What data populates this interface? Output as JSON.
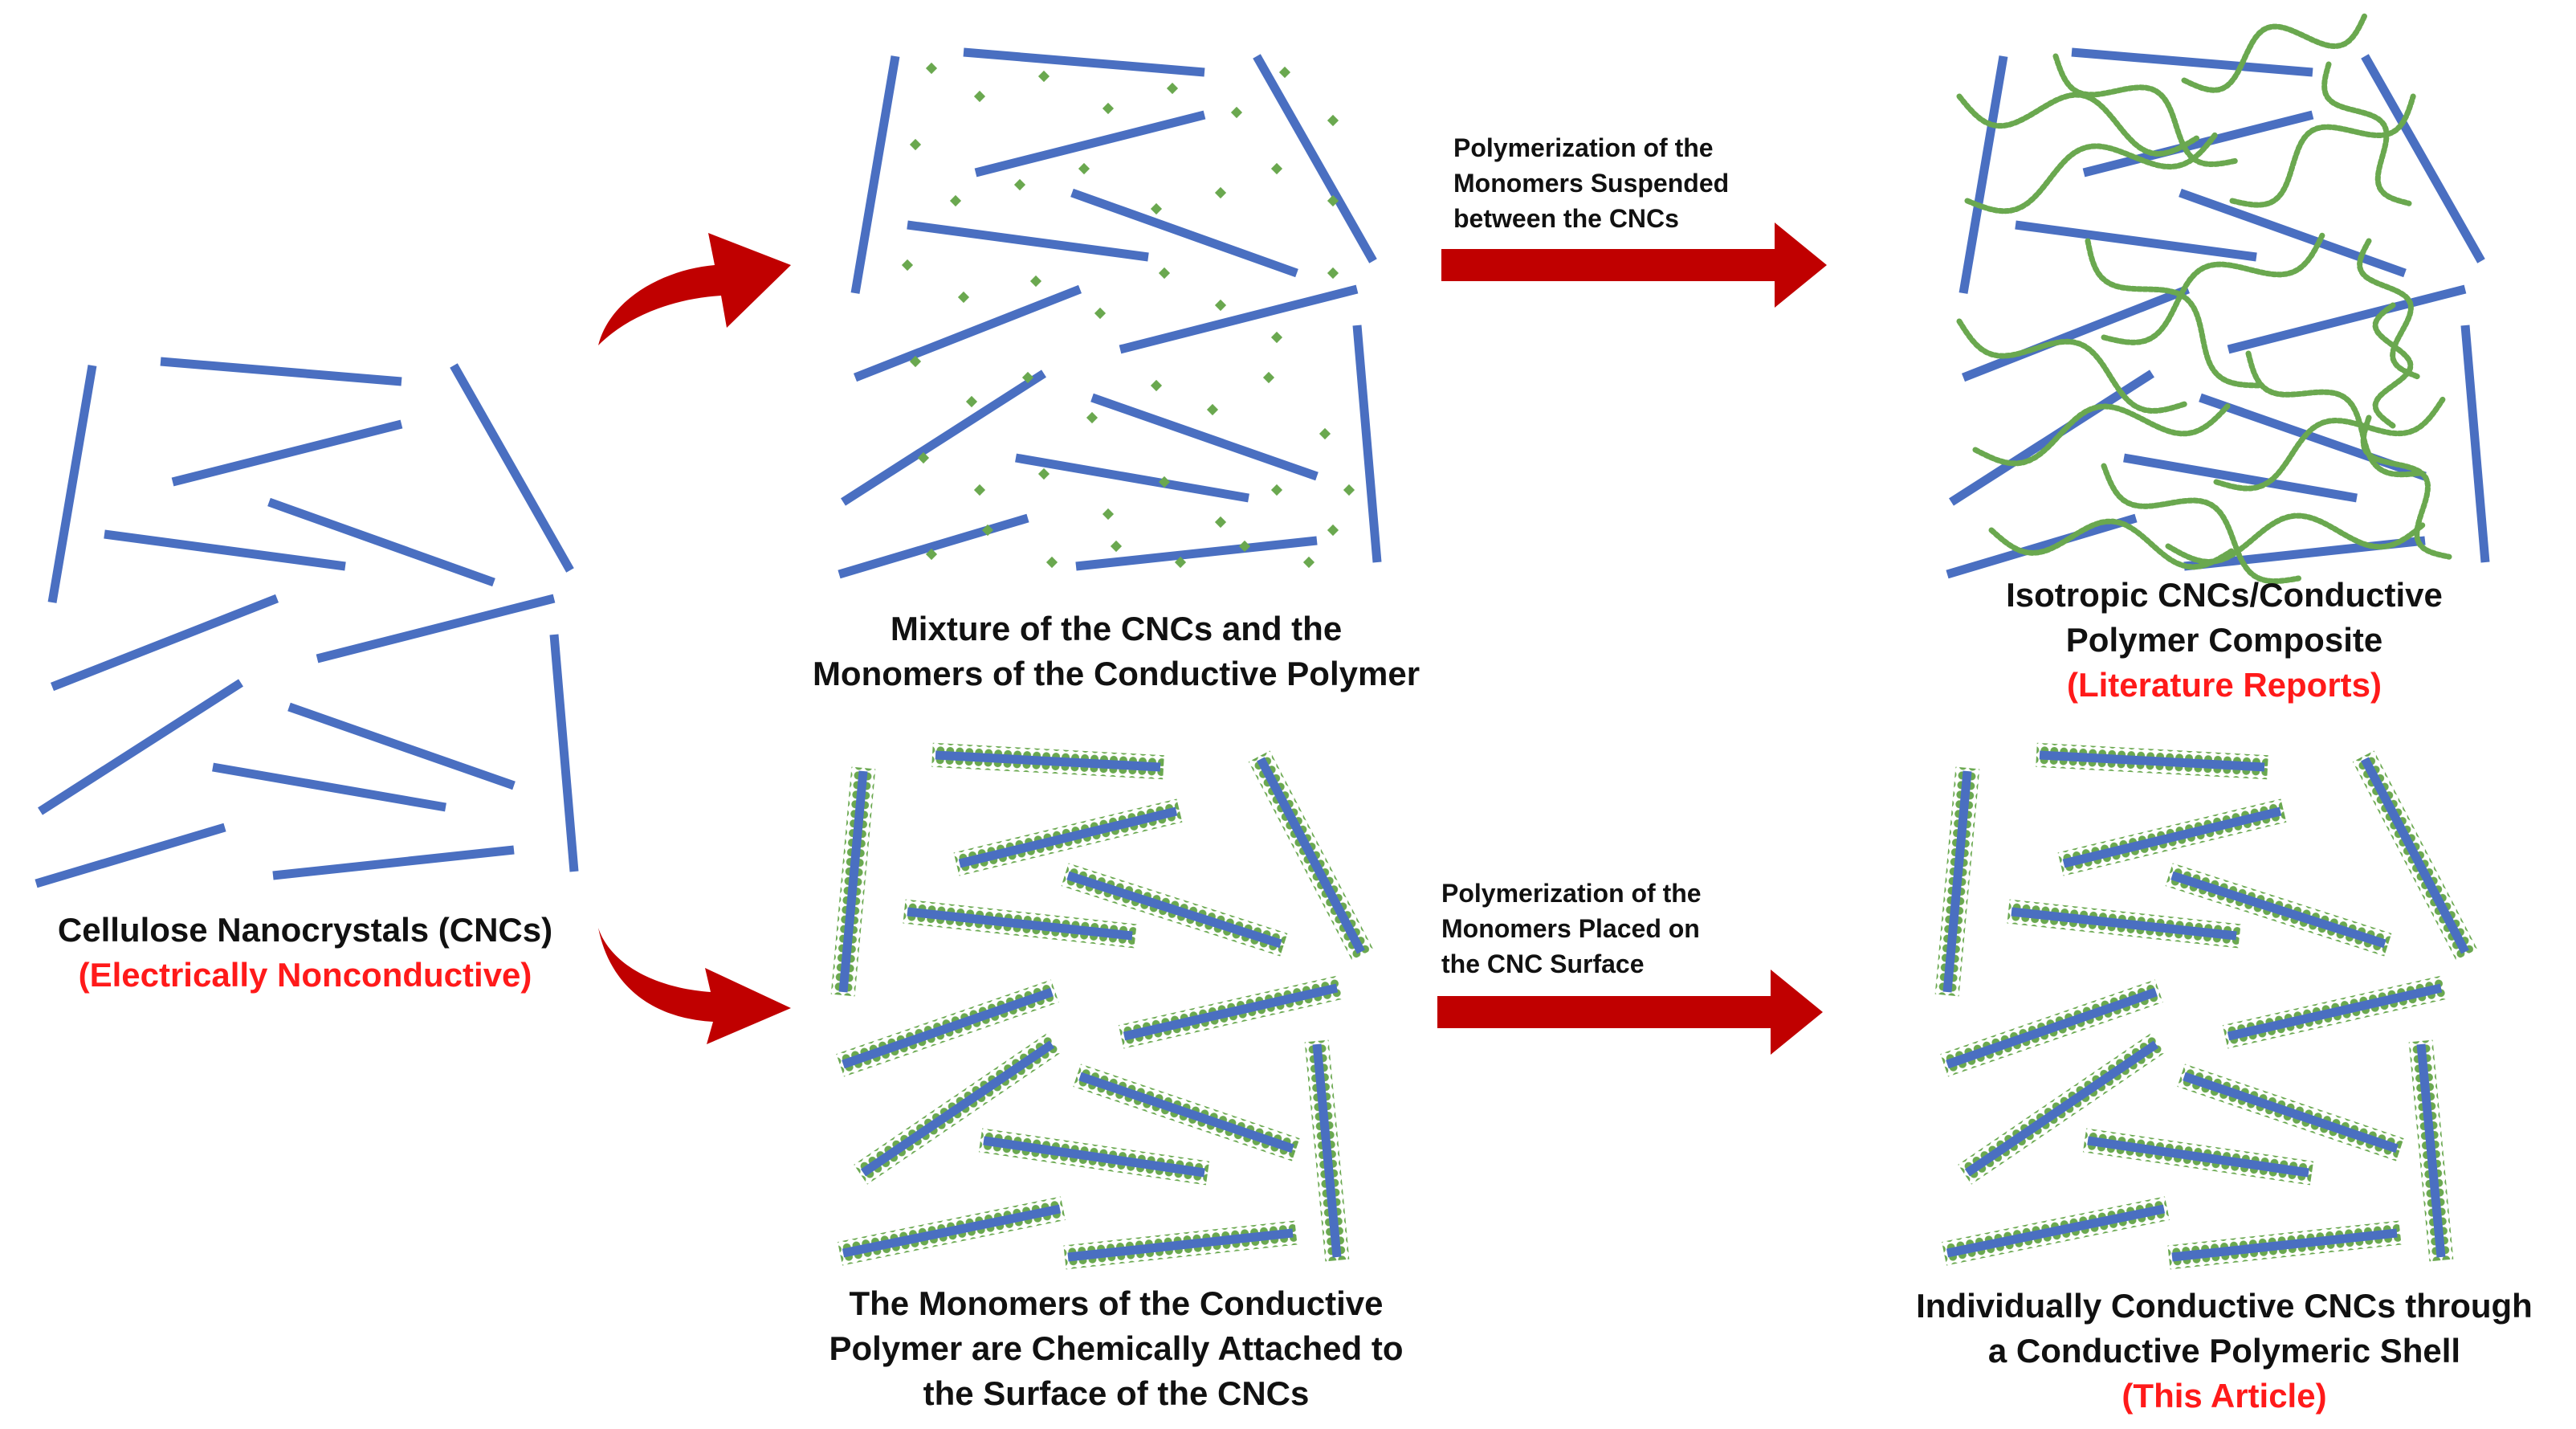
{
  "colors": {
    "cnc_rod": "#4a6fc1",
    "monomer": "#6aa84f",
    "arrow": "#c00000",
    "highlight_text": "#ff1a1a"
  },
  "panels": {
    "cnc": {
      "caption": "Cellulose Nanocrystals (CNCs)",
      "tag": "(Electrically Nonconductive)"
    },
    "mixture": {
      "caption_line1": "Mixture of the CNCs and the",
      "caption_line2": "Monomers of the Conductive Polymer"
    },
    "isotropic": {
      "caption_line1": "Isotropic CNCs/Conductive",
      "caption_line2": "Polymer Composite",
      "tag": "(Literature Reports)"
    },
    "attached": {
      "caption_line1": "The Monomers of the Conductive",
      "caption_line2": "Polymer are Chemically Attached to",
      "caption_line3": "the Surface of the CNCs"
    },
    "individual": {
      "caption_line1": "Individually Conductive CNCs through",
      "caption_line2": "a Conductive Polymeric Shell",
      "tag": "(This Article)"
    }
  },
  "arrows": {
    "top": {
      "line1": "Polymerization of the",
      "line2": "Monomers Suspended",
      "line3": "between the CNCs"
    },
    "bottom": {
      "line1": "Polymerization of the",
      "line2": "Monomers Placed on",
      "line3": "the CNC Surface"
    }
  }
}
